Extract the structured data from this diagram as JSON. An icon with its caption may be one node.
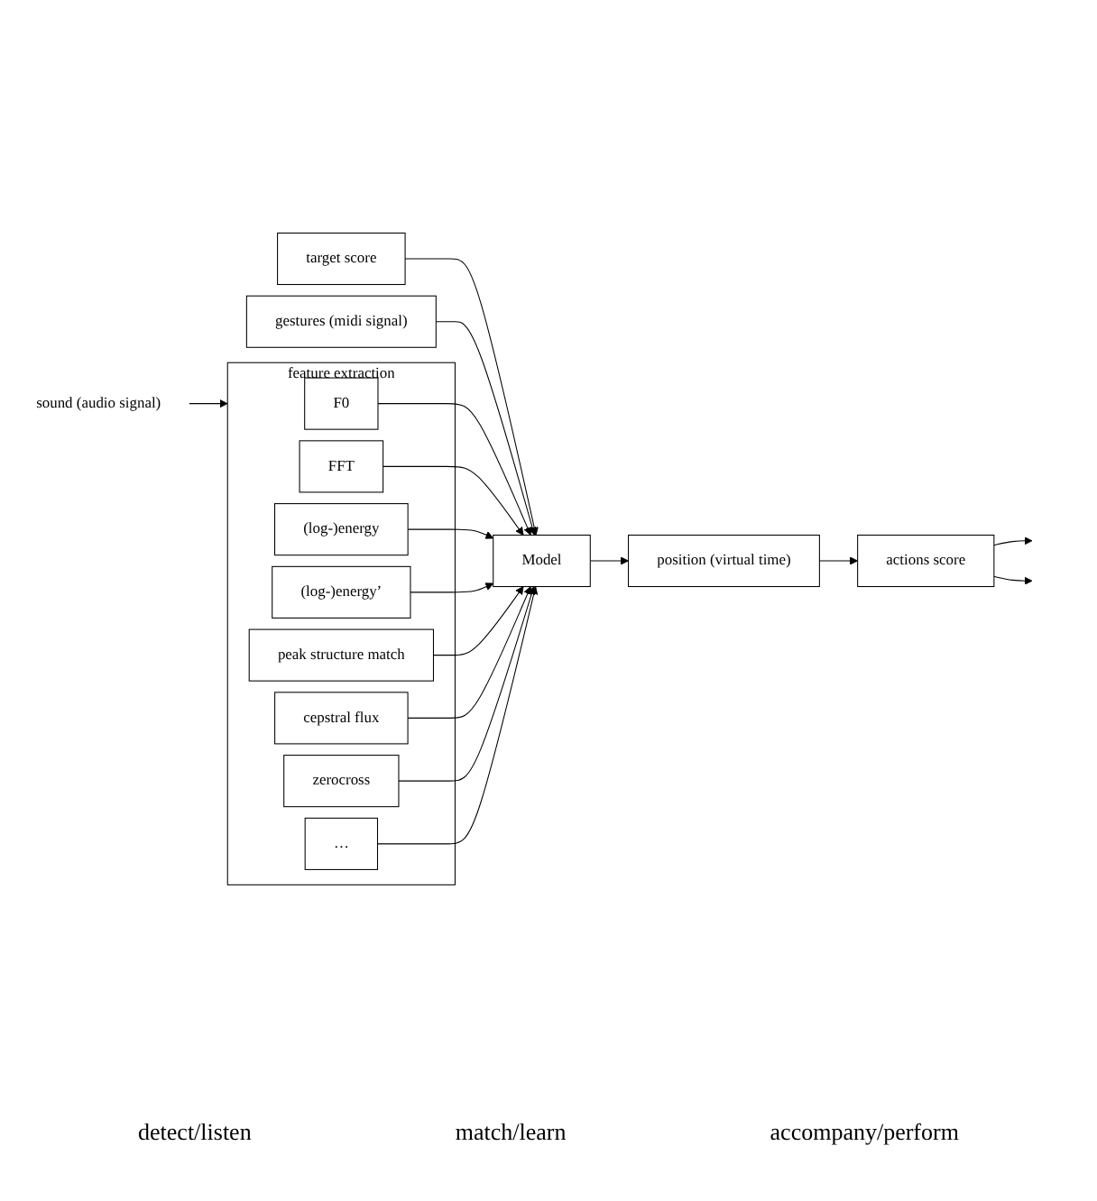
{
  "diagram": {
    "nodes": [
      {
        "text": [
          "target score"
        ]
      },
      {
        "text": [
          "gestures (midi signal)"
        ]
      },
      {
        "text": [
          "sound (audio signal)"
        ]
      },
      {
        "text": [
          "feature extraction"
        ]
      },
      {
        "text": [
          "F0"
        ],
        "in": 3
      },
      {
        "text": [
          "FFT"
        ],
        "in": 3
      },
      {
        "text": [
          "(log-)energy"
        ],
        "in": 3
      },
      {
        "text": [
          "(log-)energy’"
        ],
        "in": 3
      },
      {
        "text": [
          "peak structure match"
        ],
        "in": 3
      },
      {
        "text": [
          "cepstral flux"
        ],
        "in": 3
      },
      {
        "text": [
          "zerocross"
        ],
        "in": 3
      },
      {
        "text": [
          "…"
        ],
        "in": 3
      },
      {
        "text": [
          "Model"
        ]
      },
      {
        "text": [
          "position (virtual time)"
        ]
      },
      {
        "text": [
          "actions score"
        ]
      }
    ],
    "edges": [
      {
        "from": 0,
        "to": 12,
        "arrow": "to"
      },
      {
        "from": 1,
        "to": 12,
        "arrow": "to"
      },
      {
        "from": 2,
        "to": 3,
        "arrow": "to"
      },
      {
        "from": 4,
        "to": 12,
        "arrow": "to"
      },
      {
        "from": 5,
        "to": 12,
        "arrow": "to"
      },
      {
        "from": 6,
        "to": 12,
        "arrow": "to"
      },
      {
        "from": 7,
        "to": 12,
        "arrow": "to"
      },
      {
        "from": 8,
        "to": 12,
        "arrow": "to"
      },
      {
        "from": 9,
        "to": 12,
        "arrow": "to"
      },
      {
        "from": 10,
        "to": 12,
        "arrow": "to"
      },
      {
        "from": 11,
        "to": 12,
        "arrow": "to"
      },
      {
        "from": 12,
        "to": 13,
        "arrow": "to"
      },
      {
        "from": 13,
        "to": 14,
        "arrow": "to"
      },
      {
        "from": 14,
        "to": null,
        "arrow": "to"
      },
      {
        "from": 14,
        "to": null,
        "arrow": "to"
      }
    ],
    "labels": [
      "detect/listen",
      "match/learn",
      "accompany/perform"
    ]
  }
}
